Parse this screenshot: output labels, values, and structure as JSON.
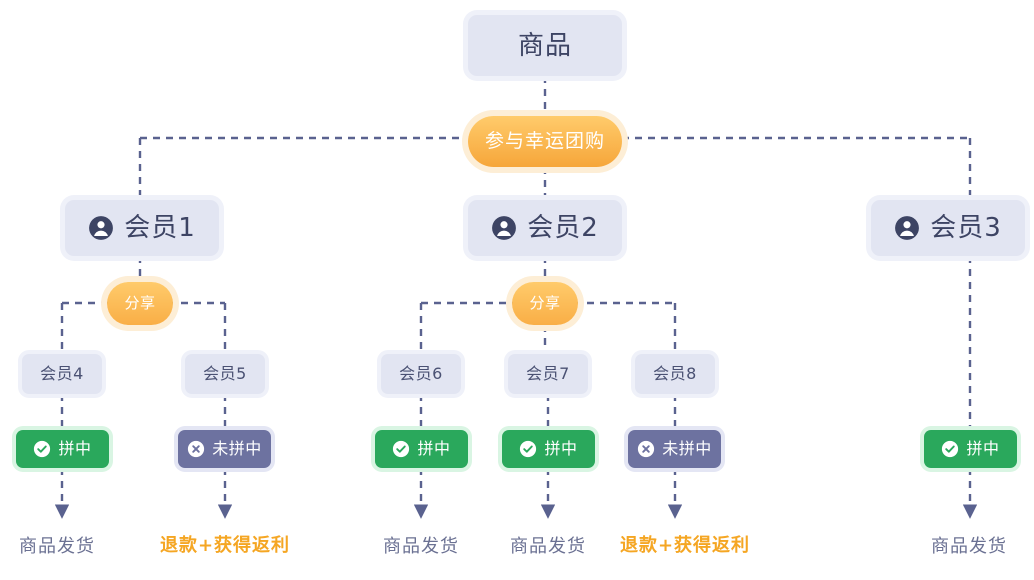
{
  "diagram": {
    "title_node": {
      "label": "商品",
      "name": "product-node"
    },
    "action_pill": {
      "label": "参与幸运团购"
    },
    "share_label": "分享",
    "status": {
      "ok_label": "拼中",
      "fail_label": "未拼中"
    },
    "terminal": {
      "ship_label": "商品发货",
      "refund_label": "退款+获得返利"
    },
    "members": {
      "m1": "会员1",
      "m2": "会员2",
      "m3": "会员3",
      "m4": "会员4",
      "m5": "会员5",
      "m6": "会员6",
      "m7": "会员7",
      "m8": "会员8"
    },
    "icons": {
      "person": "person-icon",
      "check": "check-circle-icon",
      "cross": "x-circle-icon"
    },
    "colors": {
      "node_fill": "#e2e5f2",
      "node_halo": "#eff1f9",
      "node_text": "#3d4464",
      "orange": "#f6a63a",
      "orange_halo": "#fdeed6",
      "green": "#2aa85c",
      "green_halo": "#d9f5e3",
      "purple": "#6d72a0",
      "purple_halo": "#e4e6f4",
      "edge": "#5a628f",
      "ship_text": "#6b7193",
      "refund_text": "#f5a623",
      "background": "#ffffff"
    }
  }
}
